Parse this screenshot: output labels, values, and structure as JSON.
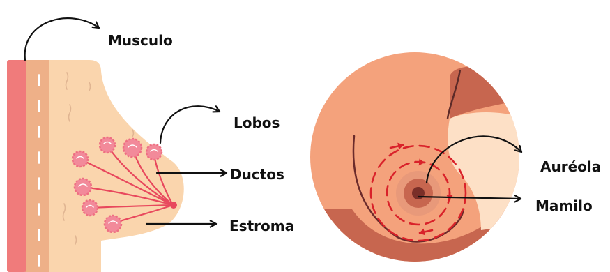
{
  "labels": {
    "musculo": "Musculo",
    "lobos": "Lobos",
    "ductos": "Ductos",
    "estroma": "Estroma",
    "aureola": "Auréola",
    "mamilo": "Mamilo"
  },
  "colors": {
    "muscle": "#f07b7b",
    "fat_band": "#eeb088",
    "breast_tissue": "#fad5ad",
    "lobe": "#f28a9a",
    "duct": "#e8485d",
    "breast_skin": "#f4a27c",
    "areola_outer": "#e8997a",
    "areola_inner": "#c7664f",
    "nipple": "#7a2f28",
    "arrow": "#111111",
    "circulation_arrow": "#d9222a"
  }
}
